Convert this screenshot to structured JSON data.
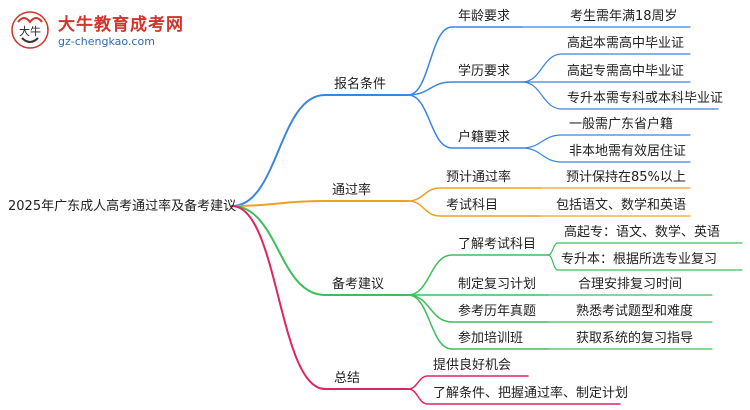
{
  "logo": {
    "title": "大牛教育成考网",
    "url": "gz-chengkao.com",
    "mark_text": "大牛"
  },
  "colors": {
    "baoming": "#3a85e0",
    "tongguo": "#f0a020",
    "beikao": "#3cbf5a",
    "zongjie": "#e0245e"
  },
  "root": "2025年广东成人高考通过率及备考建议",
  "branches": {
    "baoming": {
      "label": "报名条件",
      "age": {
        "label": "年龄要求",
        "items": [
          "考生需年满18周岁"
        ]
      },
      "edu": {
        "label": "学历要求",
        "items": [
          "高起本需高中毕业证",
          "高起专需高中毕业证",
          "专升本需专科或本科毕业证"
        ]
      },
      "huji": {
        "label": "户籍要求",
        "items": [
          "一般需广东省户籍",
          "非本地需有效居住证"
        ]
      }
    },
    "tongguo": {
      "label": "通过率",
      "yuji": {
        "label": "预计通过率",
        "items": [
          "预计保持在85%以上"
        ]
      },
      "kemu": {
        "label": "考试科目",
        "items": [
          "包括语文、数学和英语"
        ]
      }
    },
    "beikao": {
      "label": "备考建议",
      "liaojie": {
        "label": "了解考试科目",
        "items": [
          "高起专：语文、数学、英语",
          "专升本：根据所选专业复习"
        ]
      },
      "jihua": {
        "label": "制定复习计划",
        "items": [
          "合理安排复习时间"
        ]
      },
      "zhenti": {
        "label": "参考历年真题",
        "items": [
          "熟悉考试题型和难度"
        ]
      },
      "peixun": {
        "label": "参加培训班",
        "items": [
          "获取系统的复习指导"
        ]
      }
    },
    "zongjie": {
      "label": "总结",
      "items": [
        "提供良好机会",
        "了解条件、把握通过率、制定计划"
      ]
    }
  }
}
